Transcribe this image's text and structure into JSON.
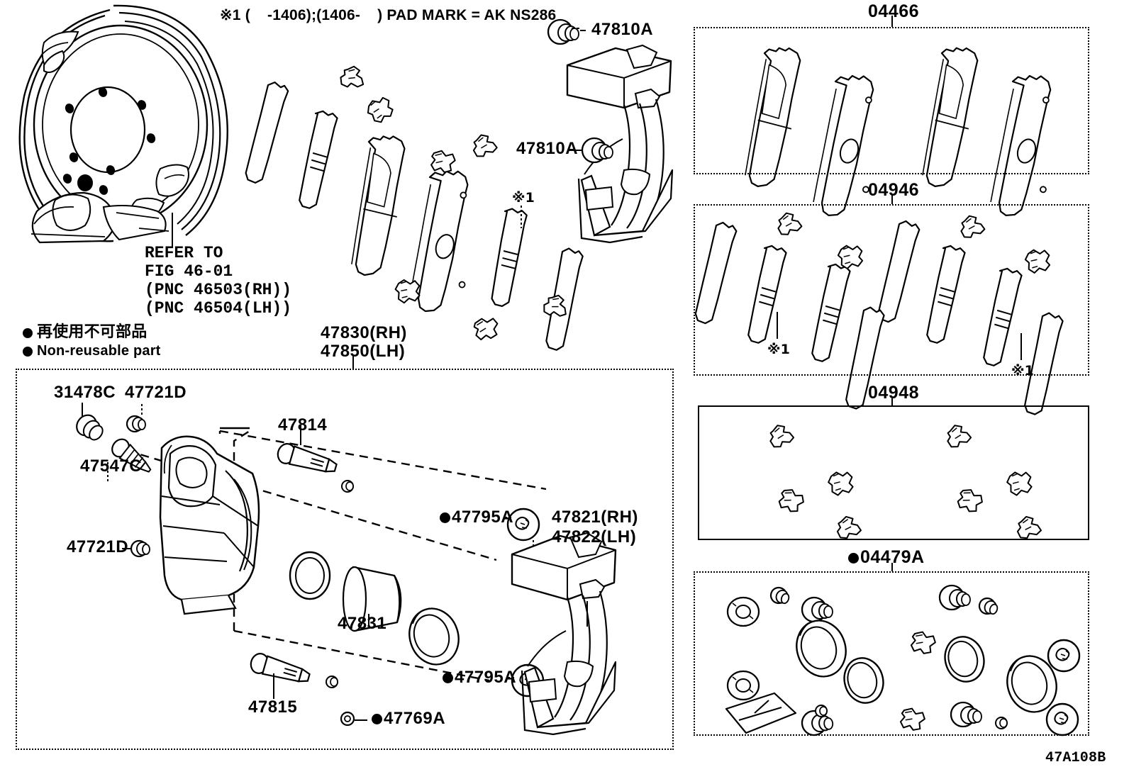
{
  "figure": {
    "code": "47A108B",
    "title": "Front Disc Brake Caliper & Pads"
  },
  "notes": {
    "pad_mark": "※1 (    -1406);(1406-    ) PAD MARK = AK NS286",
    "star_mark": "※1"
  },
  "legend": {
    "japanese": "再使用不可部品",
    "english": "Non-reusable part"
  },
  "refer": {
    "line1": "REFER TO",
    "line2": "FIG 46-01",
    "line3": "(PNC 46503(RH))",
    "line4": "(PNC 46504(LH))"
  },
  "main_labels": {
    "caliper_assy_rh": "47830(RH)",
    "caliper_assy_lh": "47850(LH)",
    "plug_top": "47810A",
    "plug_bottom": "47810A",
    "bleeder_cap": "31478C",
    "bleeder_screw": "47547C",
    "bolt_upper": "47721D",
    "bolt_lower": "47721D",
    "slide_pin_upper": "47814",
    "slide_pin_lower": "47815",
    "piston": "47831",
    "boot_ring": "47795A",
    "boot_ring_lower": "47795A",
    "seal_ring": "47769A",
    "mounting_rh": "47821(RH)",
    "mounting_lh": "47822(LH)"
  },
  "kit_panels": [
    {
      "id": "kit-04466",
      "code": "04466",
      "has_dot": false
    },
    {
      "id": "kit-04946",
      "code": "04946",
      "has_dot": false
    },
    {
      "id": "kit-04948",
      "code": "04948",
      "has_dot": false
    },
    {
      "id": "kit-04479A",
      "code": "04479A",
      "has_dot": true
    }
  ],
  "pad_star_marks": {
    "left": "※1",
    "right": "※1"
  },
  "colors": {
    "line": "#000000",
    "background": "#ffffff"
  }
}
